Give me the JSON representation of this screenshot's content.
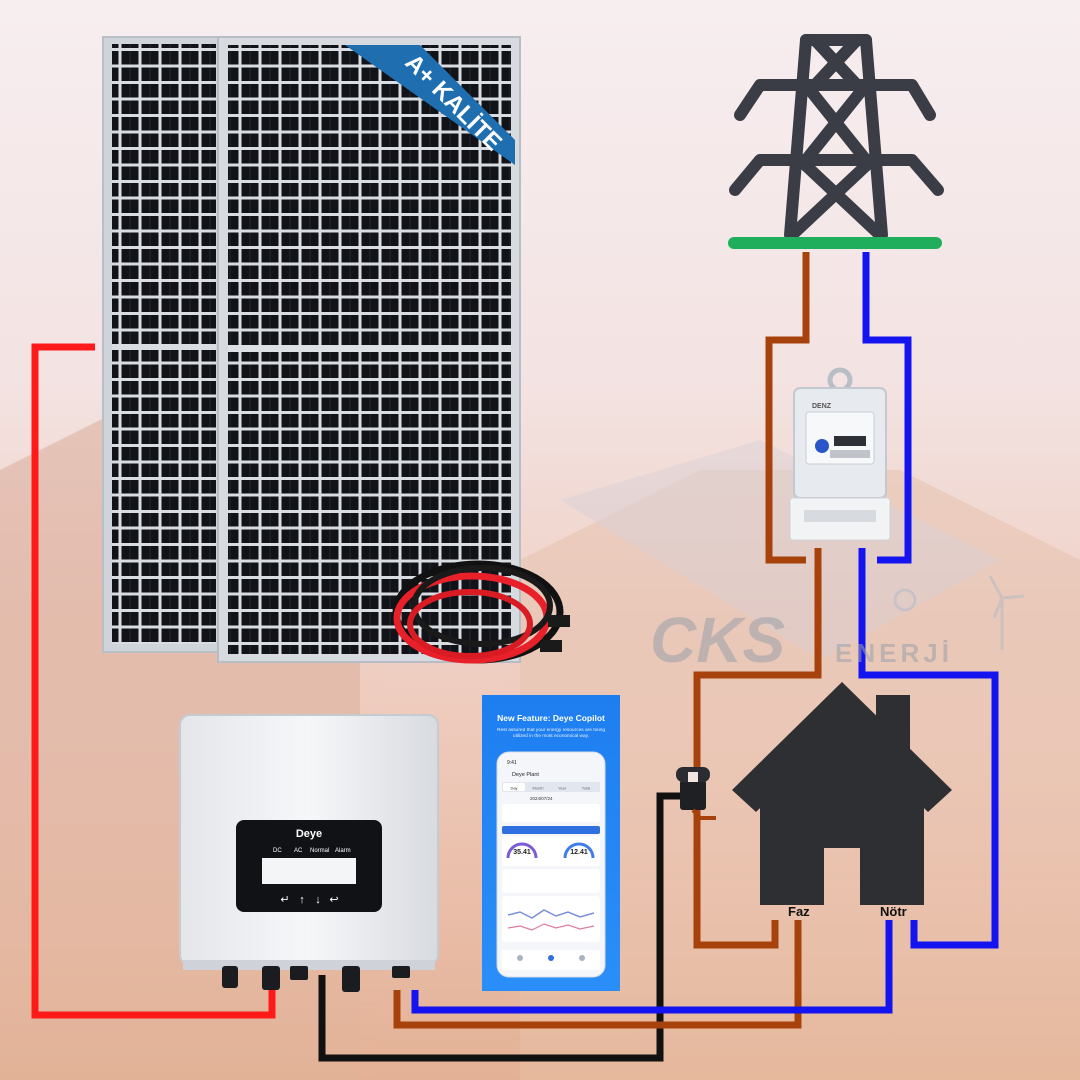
{
  "badge": {
    "text": "A+ KALİTE"
  },
  "watermark": {
    "brand": "CKS",
    "suffix": "ENERJİ"
  },
  "inverter": {
    "brand": "Deye",
    "indicators": [
      "DC",
      "AC",
      "Normal",
      "Alarm"
    ],
    "buttons": [
      "↵",
      "↑",
      "↓",
      "↩"
    ]
  },
  "app": {
    "header_title": "New Feature: Deye Copilot",
    "header_sub": "Rest assured that your energy resources are being utilized in the most economical way.",
    "phone_time": "9:41",
    "plant_title": "Deye Plant",
    "tabs": [
      "Day",
      "Month",
      "Year",
      "Total"
    ],
    "date": "2024/07/24",
    "value_left": "35.41",
    "value_right": "12.41"
  },
  "house": {
    "label_phase": "Faz",
    "label_neutral": "Nötr"
  },
  "meter": {
    "brand": "DENZ"
  },
  "colors": {
    "dc_positive": "#ff1a1a",
    "dc_negative": "#111111",
    "phase": "#a8420c",
    "neutral": "#1414f0",
    "ground_bar": "#1fae5b",
    "tower": "#3a3d45",
    "badge": "#1f6fb0"
  }
}
